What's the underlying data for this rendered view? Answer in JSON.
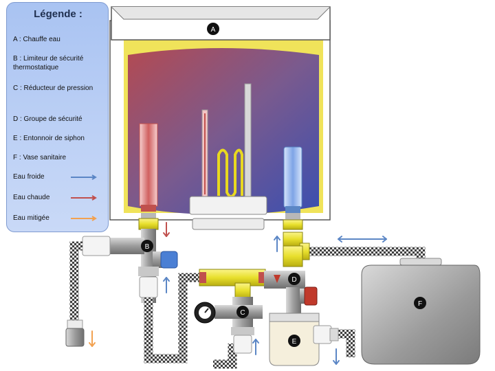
{
  "legend": {
    "title": "Légende :",
    "items": [
      "A : Chauffe eau",
      "B : Limiteur de sécurité thermostatique",
      "C : Réducteur de pression",
      "D : Groupe de sécurité",
      "E : Entonnoir de siphon",
      "F : Vase sanitaire"
    ],
    "water_types": [
      {
        "label": "Eau froide",
        "color": "#5b86c5"
      },
      {
        "label": "Eau chaude",
        "color": "#c0504d"
      },
      {
        "label": "Eau mitigée",
        "color": "#f2a150"
      }
    ]
  },
  "markers": {
    "A": "A",
    "B": "B",
    "C": "C",
    "D": "D",
    "E": "E",
    "F": "F"
  },
  "colors": {
    "tank_shell": "#ffffff",
    "insulation": "#f0e35a",
    "hot": "#c0504d",
    "cold": "#5b86c5",
    "mixed": "#f2a150",
    "fitting_yellow": "#f2ea4a",
    "pipe_grey": "#a6a6a6",
    "valve_red": "#c0392b",
    "valve_blue": "#4a7fd4",
    "vessel_grey": "#a0a0a0"
  }
}
